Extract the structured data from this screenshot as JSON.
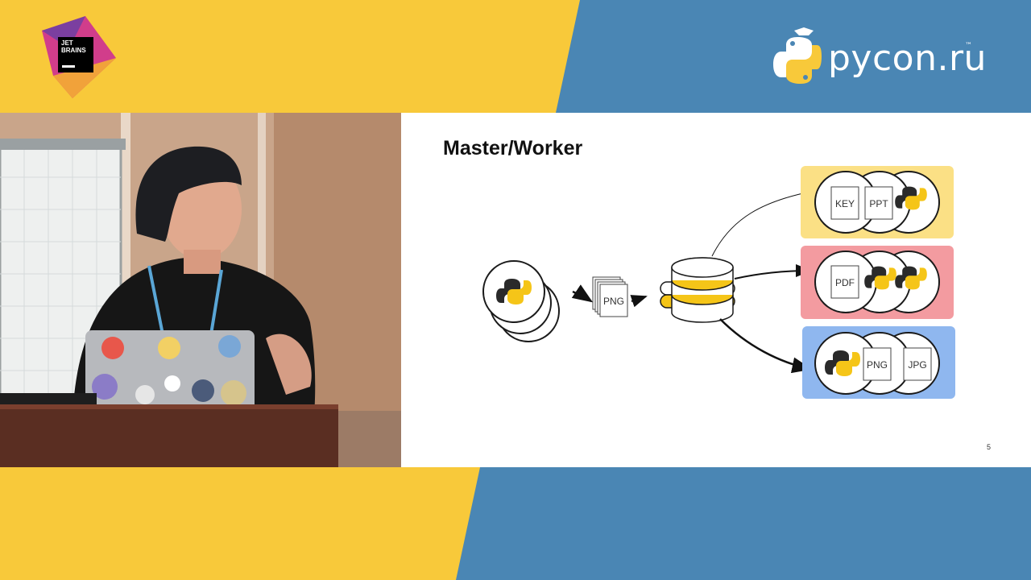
{
  "branding": {
    "sponsor_logo_text": [
      "JET",
      "BRAINS"
    ],
    "conference_name": "pycon.ru",
    "conference_trademark": "™"
  },
  "colors": {
    "yellow": "#f8c93a",
    "blue": "#4a86b4",
    "slide_bg": "#ffffff",
    "worker_box_yellow": "#fbe085",
    "worker_box_red": "#f39ba0",
    "worker_box_blue": "#8fb7ef",
    "python_yellow": "#f5c518"
  },
  "slide": {
    "title": "Master/Worker",
    "page_number": "5",
    "task_label": "PNG",
    "worker_groups": [
      {
        "name": "yellow",
        "labels": [
          "KEY",
          "PPT"
        ]
      },
      {
        "name": "red",
        "labels": [
          "PDF"
        ]
      },
      {
        "name": "blue",
        "labels": [
          "PNG",
          "JPG"
        ]
      }
    ]
  },
  "icons": [
    "jetbrains-logo-icon",
    "python-logo-icon",
    "database-icon",
    "document-icon",
    "arrow-icon"
  ]
}
